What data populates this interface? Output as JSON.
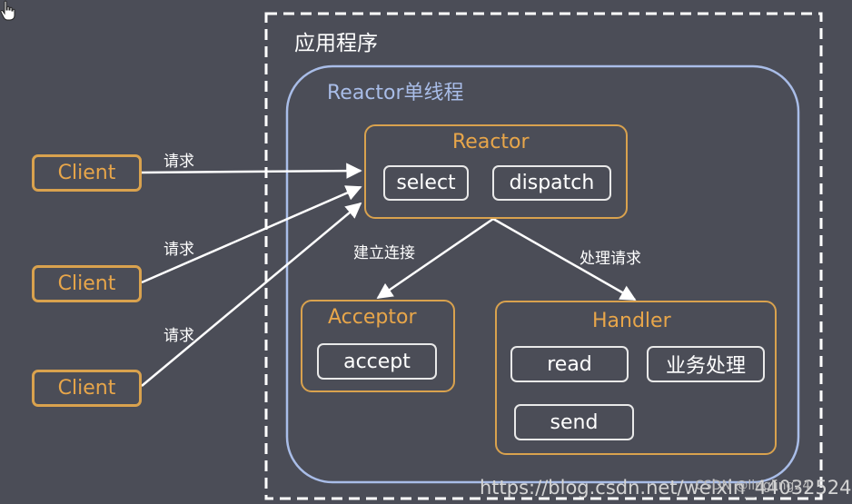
{
  "diagram": {
    "app_title": "应用程序",
    "reactor_group_title": "Reactor单线程",
    "reactor": {
      "title": "Reactor",
      "select": "select",
      "dispatch": "dispatch"
    },
    "acceptor": {
      "title": "Acceptor",
      "accept": "accept"
    },
    "handler": {
      "title": "Handler",
      "read": "read",
      "business": "业务处理",
      "send": "send"
    },
    "clients": [
      "Client",
      "Client",
      "Client"
    ],
    "request_labels": [
      "请求",
      "请求",
      "请求"
    ],
    "edge_connect": "建立连接",
    "edge_handle": "处理请求"
  },
  "watermark": {
    "url": "https://blog.csdn.net/weixin_44032524",
    "author": "CSDN @lingling24"
  },
  "colors": {
    "background": "#4b4d57",
    "accent_orange": "#d9a24e",
    "group_blue": "#a9bde8",
    "line_white": "#ffffff"
  },
  "icons": {
    "cursor": "hand-pointer-icon"
  }
}
